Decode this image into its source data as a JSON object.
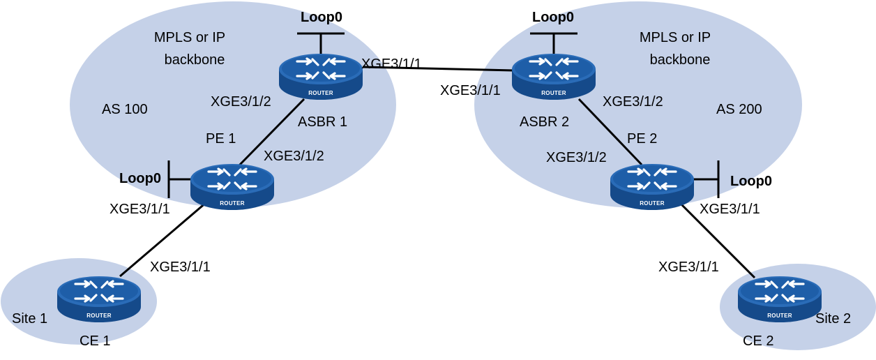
{
  "colors": {
    "region_fill": "#c5d1e8",
    "router_top": "#1e5ea8",
    "router_body": "#154a8a",
    "router_arrows": "#ffffff",
    "link": "#000000"
  },
  "regions": {
    "as100": {
      "backbone_line1": "MPLS or IP",
      "backbone_line2": "backbone",
      "as_label": "AS 100"
    },
    "as200": {
      "backbone_line1": "MPLS or IP",
      "backbone_line2": "backbone",
      "as_label": "AS 200"
    },
    "site1": {
      "label": "Site 1"
    },
    "site2": {
      "label": "Site 2"
    }
  },
  "devices": {
    "pe1": {
      "name": "PE 1",
      "badge": "ROUTER",
      "icon": "router-icon"
    },
    "asbr1": {
      "name": "ASBR 1",
      "badge": "ROUTER",
      "icon": "router-icon"
    },
    "asbr2": {
      "name": "ASBR 2",
      "badge": "ROUTER",
      "icon": "router-icon"
    },
    "pe2": {
      "name": "PE 2",
      "badge": "ROUTER",
      "icon": "router-icon"
    },
    "ce1": {
      "name": "CE 1",
      "badge": "ROUTER",
      "icon": "router-icon"
    },
    "ce2": {
      "name": "CE 2",
      "badge": "ROUTER",
      "icon": "router-icon"
    }
  },
  "loopbacks": {
    "pe1": "Loop0",
    "asbr1": "Loop0",
    "asbr2": "Loop0",
    "pe2": "Loop0"
  },
  "interfaces": {
    "asbr1_to_asbr2": "XGE3/1/1",
    "asbr2_to_asbr1": "XGE3/1/1",
    "asbr1_to_pe1": "XGE3/1/2",
    "pe1_to_asbr1": "XGE3/1/2",
    "asbr2_to_pe2": "XGE3/1/2",
    "pe2_to_asbr2": "XGE3/1/2",
    "pe1_to_ce1": "XGE3/1/1",
    "ce1_to_pe1": "XGE3/1/1",
    "pe2_to_ce2": "XGE3/1/1",
    "ce2_to_pe2": "XGE3/1/1"
  }
}
